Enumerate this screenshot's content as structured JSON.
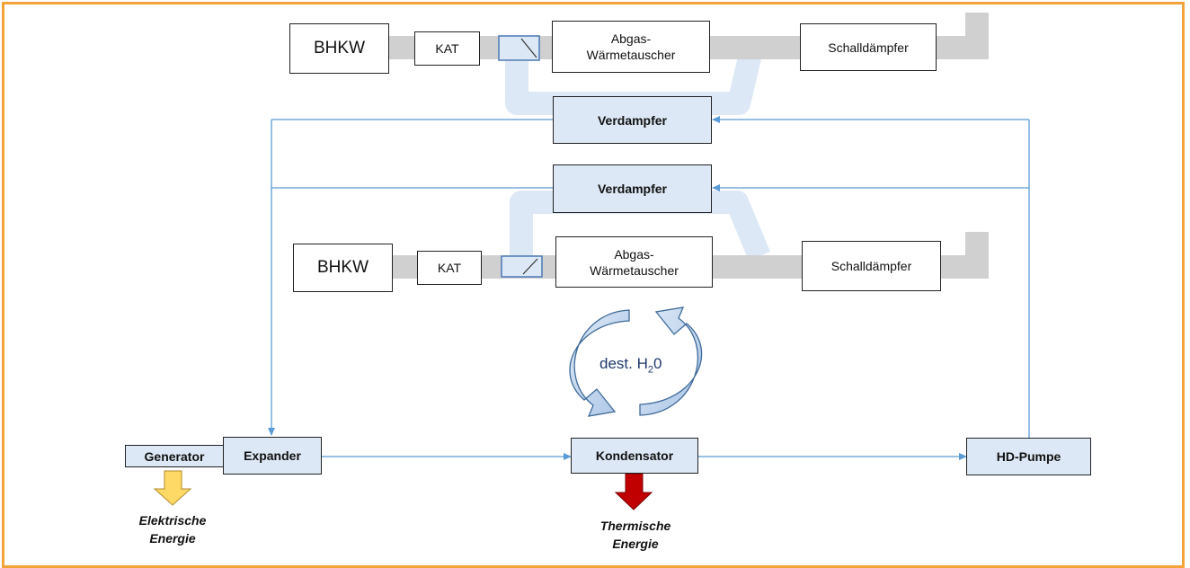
{
  "top_system": {
    "bhkw": "BHKW",
    "kat": "KAT",
    "heat_exchanger": [
      "Abgas-",
      "Wärmetauscher"
    ],
    "muffler": "Schalldämpfer"
  },
  "bottom_system": {
    "bhkw": "BHKW",
    "kat": "KAT",
    "heat_exchanger": [
      "Abgas-",
      "Wärmetauscher"
    ],
    "muffler": "Schalldämpfer"
  },
  "evaporators": [
    "Verdampfer",
    "Verdampfer"
  ],
  "components": {
    "generator": "Generator",
    "expander": "Expander",
    "condenser": "Kondensator",
    "pump": "HD-Pumpe"
  },
  "cycle": {
    "label_prefix": "dest. H",
    "label_sub": "2",
    "label_suffix": "0"
  },
  "outputs": {
    "electrical": [
      "Elektrische",
      "Energie"
    ],
    "thermal": [
      "Thermische",
      "Energie"
    ]
  },
  "colors": {
    "frame": "#f2a33a",
    "exhaust_pipe": "#d0d0d0",
    "bypass_pipe": "#dce8f5",
    "flow_line": "#5b9bd5",
    "box_blue": "#dce8f5",
    "arrow_yellow": "#ffd966",
    "arrow_red": "#c00000"
  }
}
